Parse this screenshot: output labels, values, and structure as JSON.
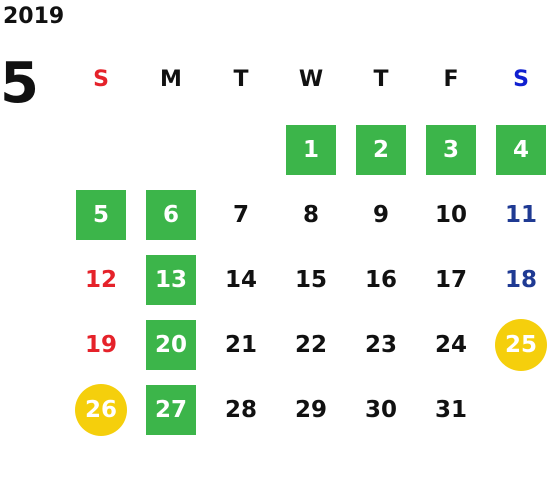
{
  "header": {
    "year": "2019",
    "month": "5"
  },
  "colors": {
    "text": "#111111",
    "sunday": "#e5222a",
    "saturday": "#1f3a93",
    "holiday_green": "#3cb54a",
    "highlight_yellow": "#f5cf0c",
    "on_marker_text": "#ffffff"
  },
  "weekdays": [
    {
      "label": "S",
      "color": "#e5222a"
    },
    {
      "label": "M",
      "color": "#111111"
    },
    {
      "label": "T",
      "color": "#111111"
    },
    {
      "label": "W",
      "color": "#111111"
    },
    {
      "label": "T",
      "color": "#111111"
    },
    {
      "label": "F",
      "color": "#111111"
    },
    {
      "label": "S",
      "color": "#1020d0"
    }
  ],
  "first_weekday_index": 3,
  "days": [
    {
      "label": "1",
      "style": "green"
    },
    {
      "label": "2",
      "style": "green"
    },
    {
      "label": "3",
      "style": "green"
    },
    {
      "label": "4",
      "style": "green"
    },
    {
      "label": "5",
      "style": "green"
    },
    {
      "label": "6",
      "style": "green"
    },
    {
      "label": "7",
      "style": "plain"
    },
    {
      "label": "8",
      "style": "plain"
    },
    {
      "label": "9",
      "style": "plain"
    },
    {
      "label": "10",
      "style": "plain"
    },
    {
      "label": "11",
      "style": "saturday"
    },
    {
      "label": "12",
      "style": "sunday"
    },
    {
      "label": "13",
      "style": "green"
    },
    {
      "label": "14",
      "style": "plain"
    },
    {
      "label": "15",
      "style": "plain"
    },
    {
      "label": "16",
      "style": "plain"
    },
    {
      "label": "17",
      "style": "plain"
    },
    {
      "label": "18",
      "style": "saturday"
    },
    {
      "label": "19",
      "style": "sunday"
    },
    {
      "label": "20",
      "style": "green"
    },
    {
      "label": "21",
      "style": "plain"
    },
    {
      "label": "22",
      "style": "plain"
    },
    {
      "label": "23",
      "style": "plain"
    },
    {
      "label": "24",
      "style": "plain"
    },
    {
      "label": "25",
      "style": "yellow"
    },
    {
      "label": "26",
      "style": "yellow"
    },
    {
      "label": "27",
      "style": "green"
    },
    {
      "label": "28",
      "style": "plain"
    },
    {
      "label": "29",
      "style": "plain"
    },
    {
      "label": "30",
      "style": "plain"
    },
    {
      "label": "31",
      "style": "plain"
    }
  ]
}
